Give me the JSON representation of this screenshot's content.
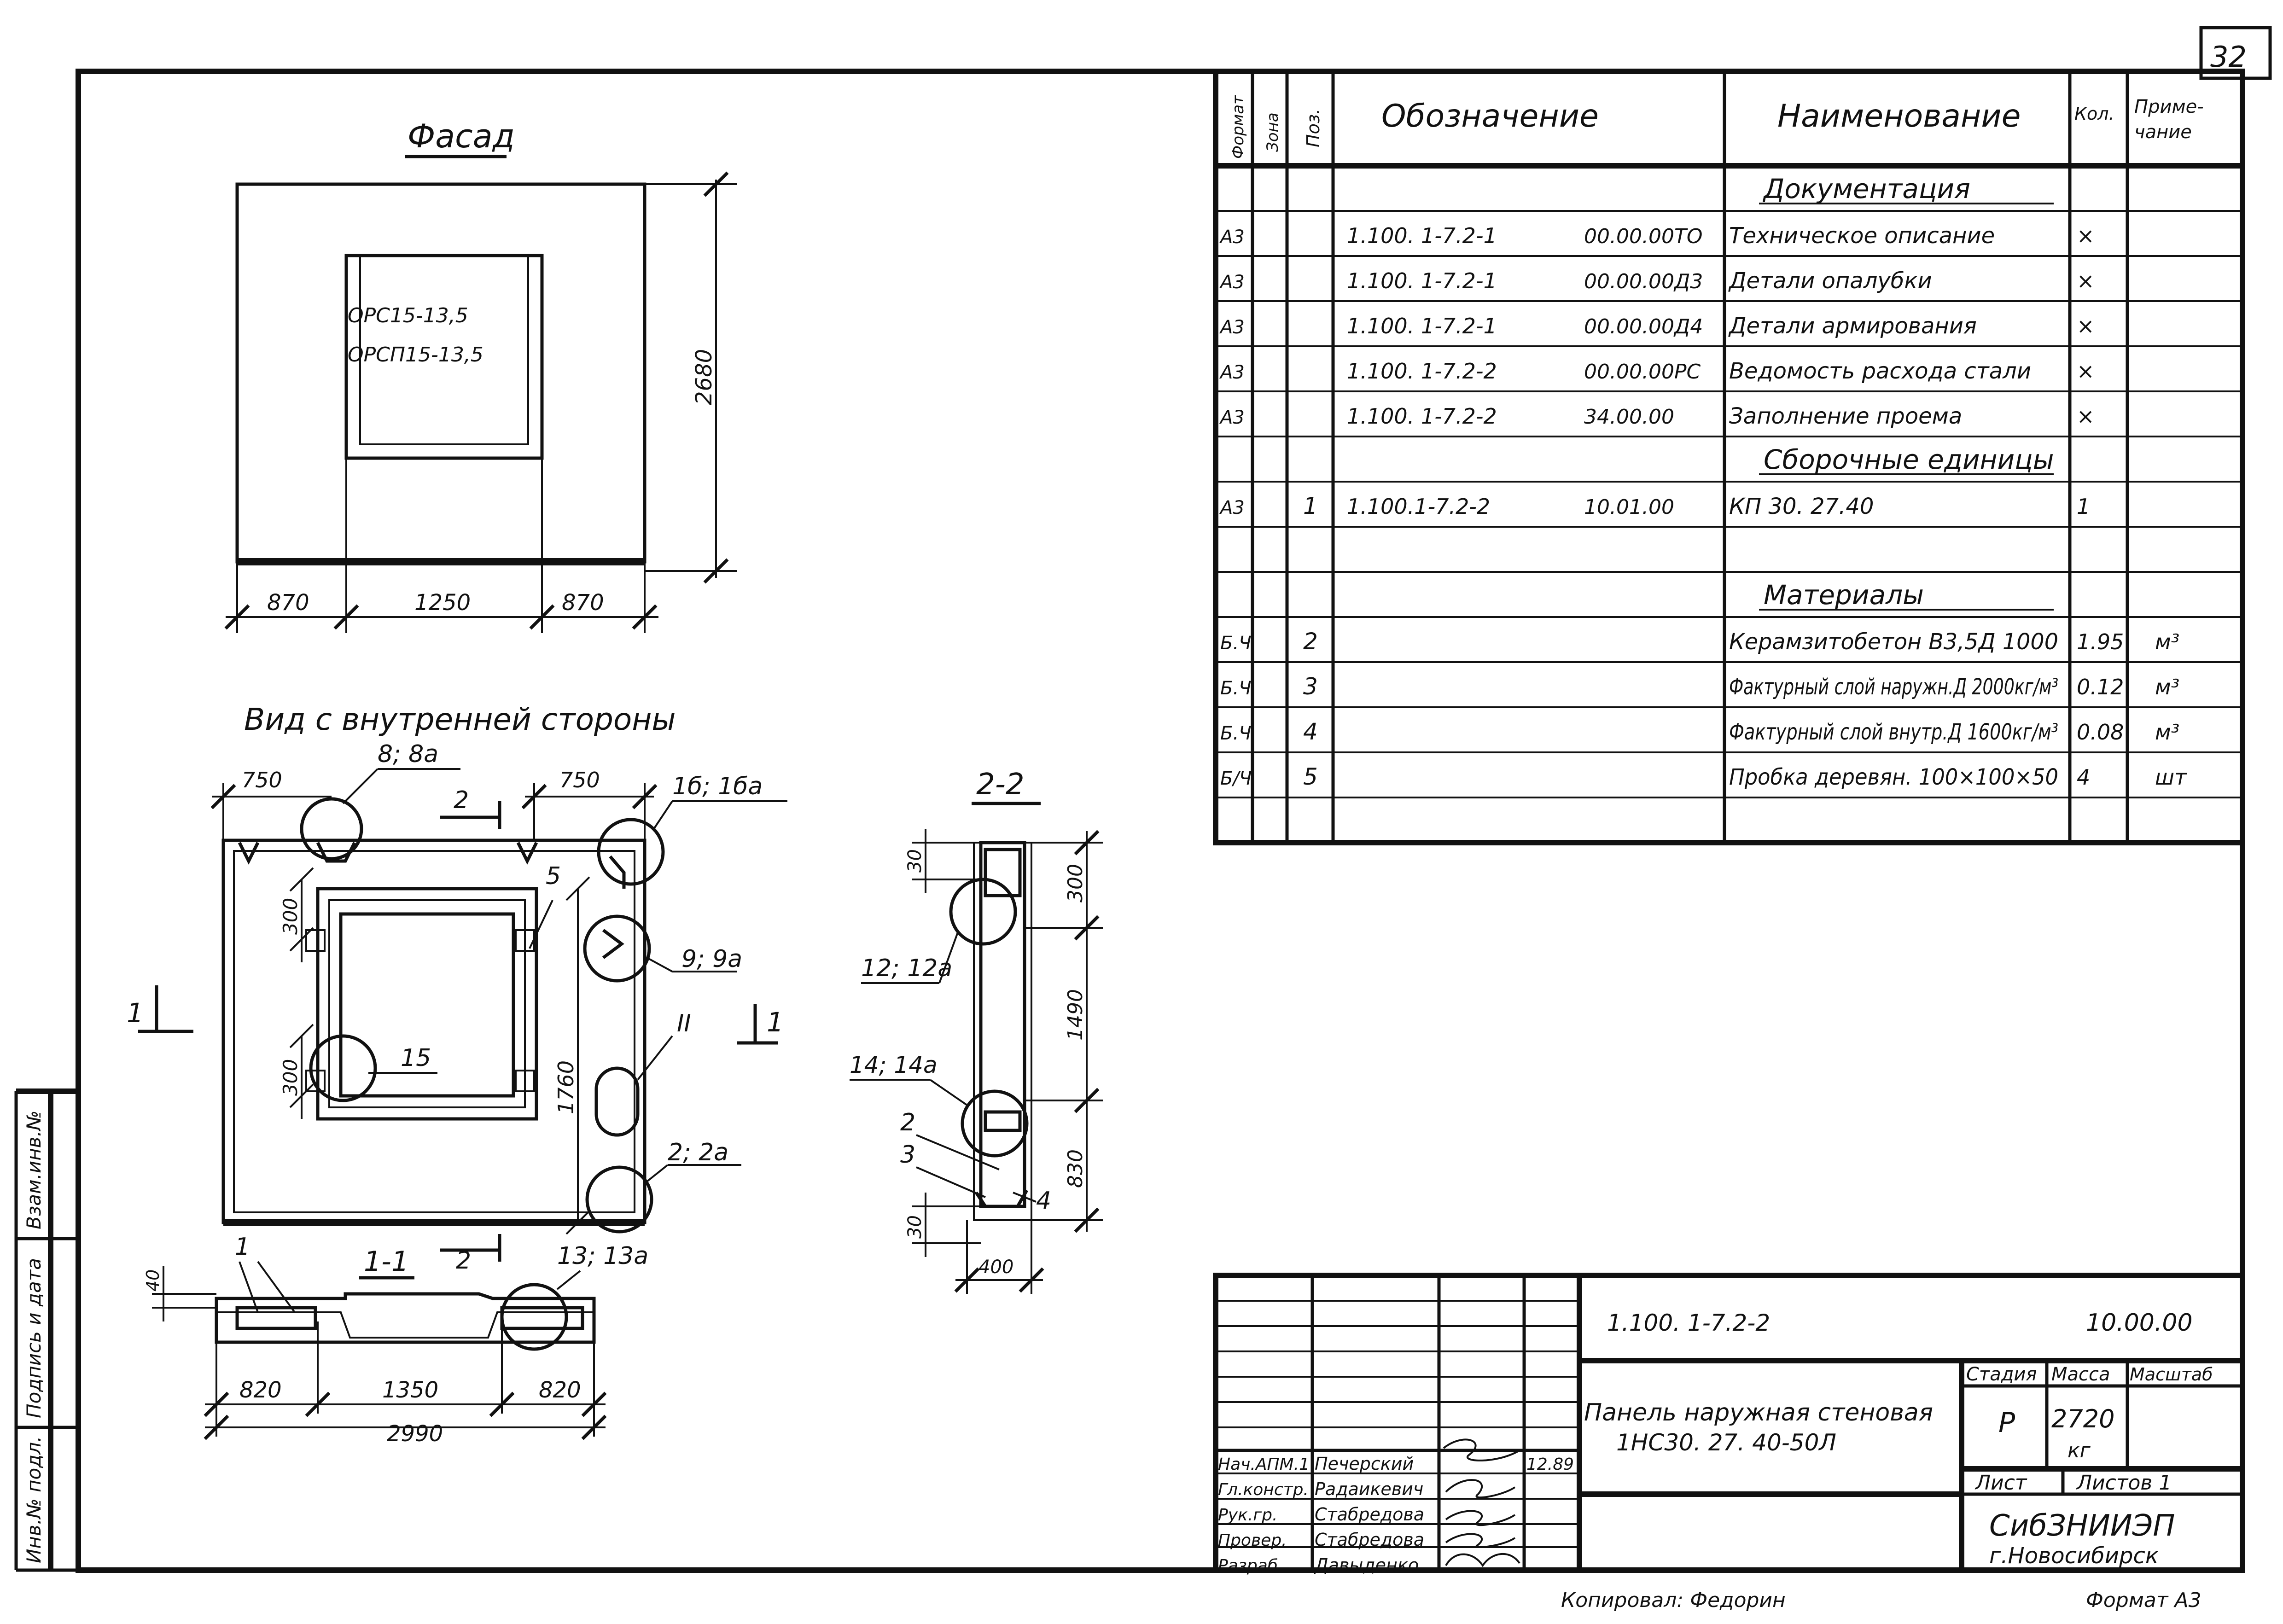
{
  "sheet_number": "32",
  "facade": {
    "title": "Фасад",
    "labels": [
      "ОРС15-13,5",
      "ОРСП15-13,5"
    ],
    "dim_height": "2680",
    "dims_bottom": [
      "870",
      "1250",
      "870"
    ]
  },
  "inner_view": {
    "title": "Вид с внутренней стороны",
    "dims_top": [
      "750",
      "750"
    ],
    "dims_left": [
      "300",
      "300"
    ],
    "dim_right": "1760",
    "callouts": [
      "8; 8а",
      "2",
      "1б; 1ба",
      "5",
      "9; 9а",
      "II",
      "2; 2а",
      "15",
      "1"
    ]
  },
  "section_11": {
    "title": "1-1",
    "callouts": [
      "1",
      "2",
      "13; 13а"
    ],
    "dim_side": "40",
    "dims_bottom": [
      "820",
      "1350",
      "820"
    ],
    "dim_total": "2990"
  },
  "section_22": {
    "title": "2-2",
    "dims_left": [
      "30",
      "30"
    ],
    "dims_right": [
      "300",
      "1490",
      "830"
    ],
    "dim_bottom": "400",
    "callouts": [
      "12; 12а",
      "14; 14а",
      "2",
      "3",
      "4"
    ]
  },
  "spec": {
    "headers": [
      "Формат",
      "Зона",
      "Поз.",
      "Обозначение",
      "Наименование",
      "Кол.",
      "Приме-\nчание"
    ],
    "rows": [
      {
        "fmt": "",
        "zone": "",
        "pos": "",
        "code": "",
        "code2": "",
        "name": "Документация",
        "qty": "",
        "note": "",
        "heading": true
      },
      {
        "fmt": "А3",
        "zone": "",
        "pos": "",
        "code": "1.100. 1-7.2-1",
        "code2": "00.00.00ТО",
        "name": "Техническое описание",
        "qty": "×",
        "note": ""
      },
      {
        "fmt": "А3",
        "zone": "",
        "pos": "",
        "code": "1.100. 1-7.2-1",
        "code2": "00.00.00Д3",
        "name": "Детали опалубки",
        "qty": "×",
        "note": ""
      },
      {
        "fmt": "А3",
        "zone": "",
        "pos": "",
        "code": "1.100. 1-7.2-1",
        "code2": "00.00.00Д4",
        "name": "Детали армирования",
        "qty": "×",
        "note": ""
      },
      {
        "fmt": "А3",
        "zone": "",
        "pos": "",
        "code": "1.100. 1-7.2-2",
        "code2": "00.00.00РС",
        "name": "Ведомость расхода стали",
        "qty": "×",
        "note": ""
      },
      {
        "fmt": "А3",
        "zone": "",
        "pos": "",
        "code": "1.100. 1-7.2-2",
        "code2": "34.00.00",
        "name": "Заполнение проема",
        "qty": "×",
        "note": ""
      },
      {
        "fmt": "",
        "zone": "",
        "pos": "",
        "code": "",
        "code2": "",
        "name": "Сборочные единицы",
        "qty": "",
        "note": "",
        "heading": true
      },
      {
        "fmt": "А3",
        "zone": "",
        "pos": "1",
        "code": "1.100.1-7.2-2",
        "code2": "10.01.00",
        "name": "КП 30. 27.40",
        "qty": "1",
        "note": ""
      },
      {
        "fmt": "",
        "zone": "",
        "pos": "",
        "code": "",
        "code2": "",
        "name": "",
        "qty": "",
        "note": ""
      },
      {
        "fmt": "",
        "zone": "",
        "pos": "",
        "code": "",
        "code2": "",
        "name": "Материалы",
        "qty": "",
        "note": "",
        "heading": true
      },
      {
        "fmt": "Б.Ч",
        "zone": "",
        "pos": "2",
        "code": "",
        "code2": "",
        "name": "Керамзитобетон В3,5Д 1000",
        "qty": "1.95",
        "note": "м³"
      },
      {
        "fmt": "Б.Ч",
        "zone": "",
        "pos": "3",
        "code": "",
        "code2": "",
        "name": "Фактурный слой наружн.Д 2000кг/м³",
        "qty": "0.12",
        "note": "м³"
      },
      {
        "fmt": "Б.Ч",
        "zone": "",
        "pos": "4",
        "code": "",
        "code2": "",
        "name": "Фактурный слой внутр.Д 1600кг/м³",
        "qty": "0.08",
        "note": "м³"
      },
      {
        "fmt": "Б/Ч",
        "zone": "",
        "pos": "5",
        "code": "",
        "code2": "",
        "name": "Пробка деревян. 100×100×50",
        "qty": "4",
        "note": "шт"
      },
      {
        "fmt": "",
        "zone": "",
        "pos": "",
        "code": "",
        "code2": "",
        "name": "",
        "qty": "",
        "note": ""
      }
    ]
  },
  "titleblock": {
    "code": "1.100. 1-7.2-2",
    "code2": "10.00.00",
    "name_line1": "Панель наружная стеновая",
    "name_line2": "1НС30. 27. 40-50Л",
    "stage_h": "Стадия",
    "mass_h": "Масса",
    "scale_h": "Масштаб",
    "stage": "Р",
    "mass": "2720",
    "mass_unit": "кг",
    "sheet_h": "Лист",
    "sheets_h": "Листов 1",
    "org1": "СибЗНИИЭП",
    "org2": "г.Новосибирск",
    "roles": [
      {
        "role": "Нач.АПМ.1",
        "name": "Печерский",
        "date": "12.89"
      },
      {
        "role": "Гл.констр.",
        "name": "Радаикевич",
        "date": ""
      },
      {
        "role": "Рук.гр.",
        "name": "Стабредова",
        "date": ""
      },
      {
        "role": "Провер.",
        "name": "Стабредова",
        "date": ""
      },
      {
        "role": "Разраб.",
        "name": "Давыденко",
        "date": ""
      }
    ]
  },
  "left_strip": [
    "Инв.№ подл.",
    "Подпись и дата",
    "Взам.инв.№"
  ],
  "footer": {
    "copied": "Копировал: Федорин",
    "format": "Формат А3"
  }
}
